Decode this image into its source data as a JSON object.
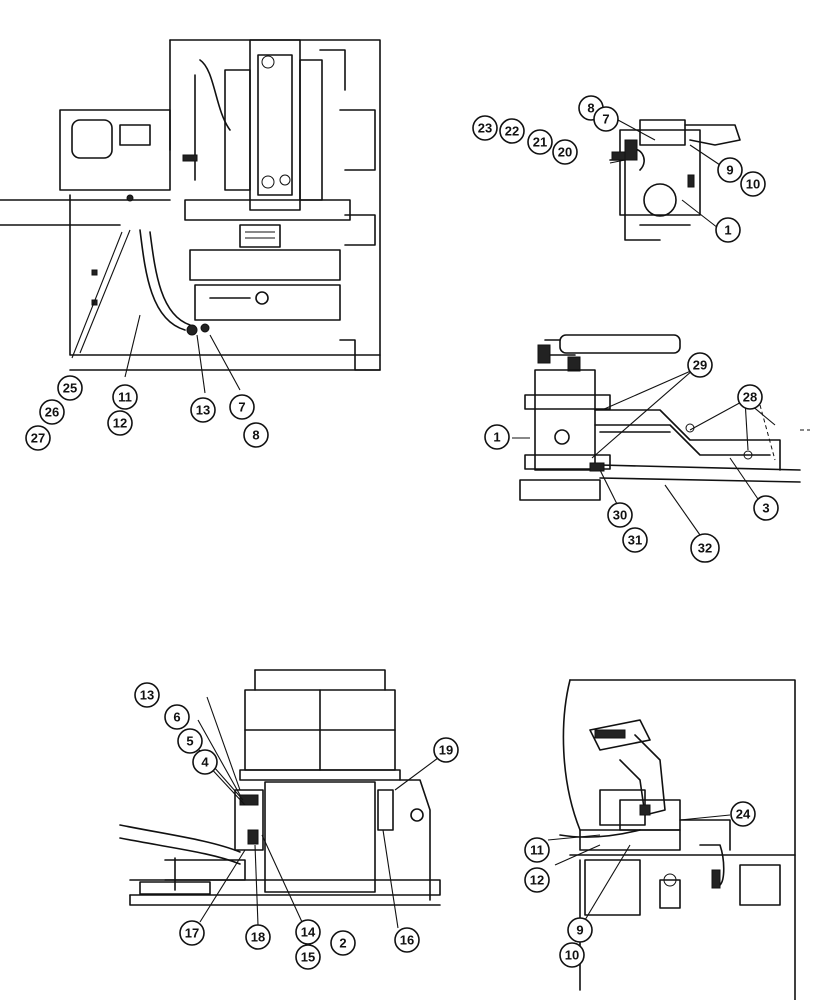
{
  "callouts": {
    "view1": [
      "25",
      "26",
      "27",
      "11",
      "12",
      "13",
      "7",
      "8"
    ],
    "view2": [
      "23",
      "22",
      "21",
      "20",
      "8",
      "7",
      "9",
      "10",
      "1"
    ],
    "view3": [
      "29",
      "28",
      "1",
      "3",
      "30",
      "31",
      "32"
    ],
    "view4": [
      "13",
      "6",
      "5",
      "4",
      "19",
      "2",
      "17",
      "18",
      "14",
      "15",
      "16"
    ],
    "view5": [
      "24",
      "11",
      "12",
      "9",
      "10"
    ]
  },
  "colors": {
    "ink": "#111111",
    "paper": "#ffffff"
  }
}
